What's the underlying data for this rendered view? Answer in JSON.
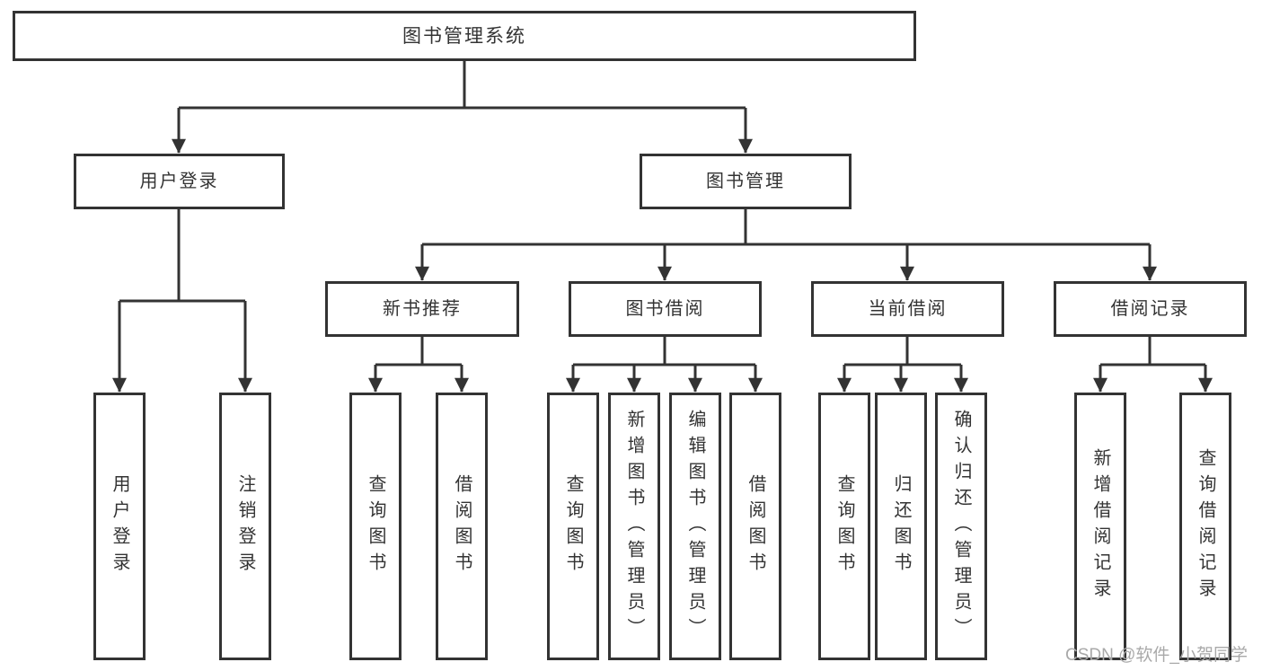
{
  "diagram": {
    "watermark": "CSDN @软件_小贺同学",
    "colors": {
      "line": "#333333",
      "text": "#333333",
      "background": "#ffffff",
      "watermark": "#a9a9a9"
    },
    "nodes": {
      "root": {
        "label": "图书管理系统"
      },
      "user_login": {
        "label": "用户登录"
      },
      "book_management": {
        "label": "图书管理"
      },
      "new_book_recommend": {
        "label": "新书推荐"
      },
      "book_borrowing": {
        "label": "图书借阅"
      },
      "current_borrowing": {
        "label": "当前借阅"
      },
      "borrowing_records": {
        "label": "借阅记录"
      },
      "leaf_user_login": {
        "label": "用户登录"
      },
      "leaf_logout": {
        "label": "注销登录"
      },
      "leaf_query_books_rec": {
        "label": "查询图书"
      },
      "leaf_borrow_books_rec": {
        "label": "借阅图书"
      },
      "leaf_query_books_borrow": {
        "label": "查询图书"
      },
      "leaf_add_books_admin": {
        "label": "新增图书（管理员）"
      },
      "leaf_edit_books_admin": {
        "label": "编辑图书（管理员）"
      },
      "leaf_borrow_books": {
        "label": "借阅图书"
      },
      "leaf_query_books_current": {
        "label": "查询图书"
      },
      "leaf_return_books": {
        "label": "归还图书"
      },
      "leaf_confirm_return_admin": {
        "label": "确认归还（管理员）"
      },
      "leaf_add_borrow_record": {
        "label": "新增借阅记录"
      },
      "leaf_query_borrow_record": {
        "label": "查询借阅记录"
      }
    },
    "tree": {
      "root": [
        "user_login",
        "book_management"
      ],
      "user_login": [
        "leaf_user_login",
        "leaf_logout"
      ],
      "book_management": [
        "new_book_recommend",
        "book_borrowing",
        "current_borrowing",
        "borrowing_records"
      ],
      "new_book_recommend": [
        "leaf_query_books_rec",
        "leaf_borrow_books_rec"
      ],
      "book_borrowing": [
        "leaf_query_books_borrow",
        "leaf_add_books_admin",
        "leaf_edit_books_admin",
        "leaf_borrow_books"
      ],
      "current_borrowing": [
        "leaf_query_books_current",
        "leaf_return_books",
        "leaf_confirm_return_admin"
      ],
      "borrowing_records": [
        "leaf_add_borrow_record",
        "leaf_query_borrow_record"
      ]
    }
  }
}
